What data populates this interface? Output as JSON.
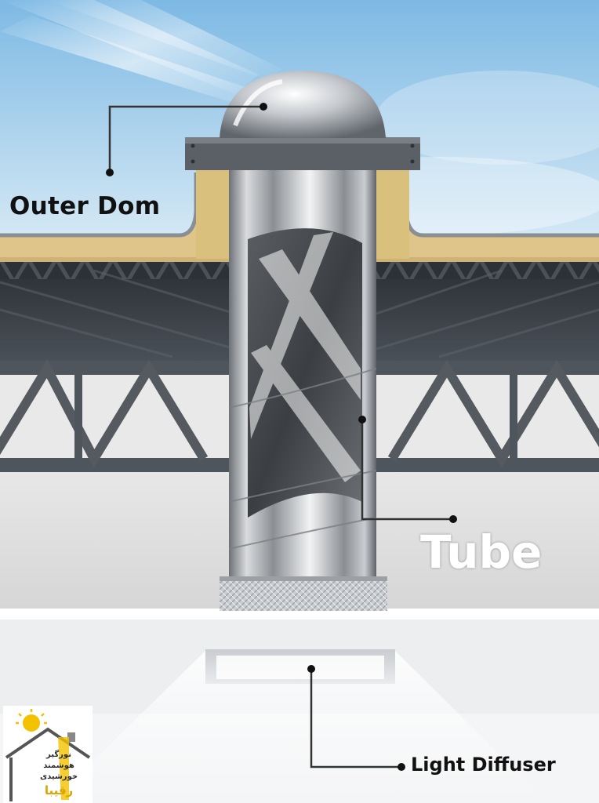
{
  "labels": {
    "outer_dome": "Outer Dom",
    "tube": "Tube",
    "light_diffuser": "Light Diffuser"
  },
  "logo": {
    "line1": "نورگیر",
    "line2": "هوشمند",
    "line3": "خورشیدی",
    "line4": "رقیبا"
  },
  "colors": {
    "sky": "#8fc2e6",
    "insulation": "#e2c98c",
    "metal": "#b9bcc0",
    "truss": "#555a60",
    "callout": "#333333",
    "logo_sun": "#f2c200",
    "logo_house": "#555555"
  }
}
